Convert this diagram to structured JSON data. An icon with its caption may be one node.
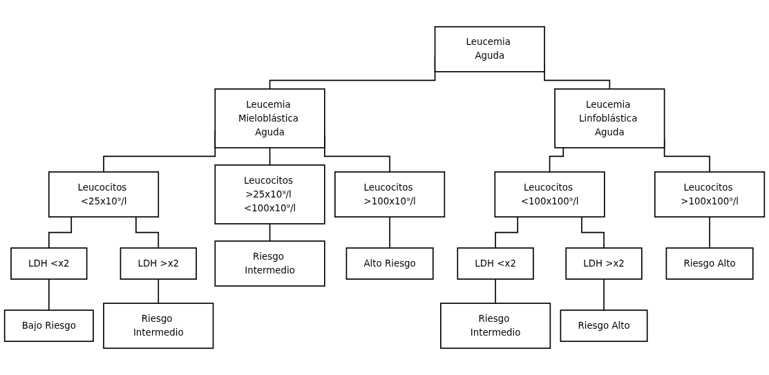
{
  "diagram": {
    "nodes": [
      {
        "text": [
          "Leucemia Aguda"
        ]
      },
      {
        "text": [
          "Leucemia Mieloblástica Aguda"
        ]
      },
      {
        "text": [
          "Leucemia Linfoblástica Aguda"
        ]
      },
      {
        "text": [
          "Leucocitos <25x10⁹/l"
        ]
      },
      {
        "text": [
          "Leucocitos >25x10⁹/l <100x10⁹/l"
        ]
      },
      {
        "text": [
          "Leucocitos >100x10⁹/l"
        ]
      },
      {
        "text": [
          "Leucocitos <100x100⁹/l"
        ]
      },
      {
        "text": [
          "Leucocitos >100x100⁹/l"
        ]
      },
      {
        "text": [
          "LDH <x2"
        ]
      },
      {
        "text": [
          "LDH >x2"
        ]
      },
      {
        "text": [
          "Riesgo Intermedio"
        ]
      },
      {
        "text": [
          "Alto Riesgo"
        ]
      },
      {
        "text": [
          "LDH <x2"
        ]
      },
      {
        "text": [
          "LDH >x2"
        ]
      },
      {
        "text": [
          "Riesgo Alto"
        ]
      },
      {
        "text": [
          "Bajo Riesgo"
        ]
      },
      {
        "text": [
          "Riesgo Intermedio"
        ]
      },
      {
        "text": [
          "Riesgo Intermedio"
        ]
      },
      {
        "text": [
          "Riesgo Alto"
        ]
      }
    ],
    "edges": [
      {
        "from": 0,
        "to": 1,
        "arrow": "none"
      },
      {
        "from": 0,
        "to": 2,
        "arrow": "none"
      },
      {
        "from": 1,
        "to": 3,
        "arrow": "none"
      },
      {
        "from": 1,
        "to": 4,
        "arrow": "none"
      },
      {
        "from": 1,
        "to": 5,
        "arrow": "none"
      },
      {
        "from": 2,
        "to": 6,
        "arrow": "none"
      },
      {
        "from": 2,
        "to": 7,
        "arrow": "none"
      },
      {
        "from": 3,
        "to": 8,
        "arrow": "none"
      },
      {
        "from": 3,
        "to": 9,
        "arrow": "none"
      },
      {
        "from": 4,
        "to": 10,
        "arrow": "none"
      },
      {
        "from": 5,
        "to": 11,
        "arrow": "none"
      },
      {
        "from": 6,
        "to": 12,
        "arrow": "none"
      },
      {
        "from": 6,
        "to": 13,
        "arrow": "none"
      },
      {
        "from": 7,
        "to": 14,
        "arrow": "none"
      },
      {
        "from": 8,
        "to": 15,
        "arrow": "none"
      },
      {
        "from": 9,
        "to": 16,
        "arrow": "none"
      },
      {
        "from": 12,
        "to": 17,
        "arrow": "none"
      },
      {
        "from": 13,
        "to": 18,
        "arrow": "none"
      }
    ]
  }
}
